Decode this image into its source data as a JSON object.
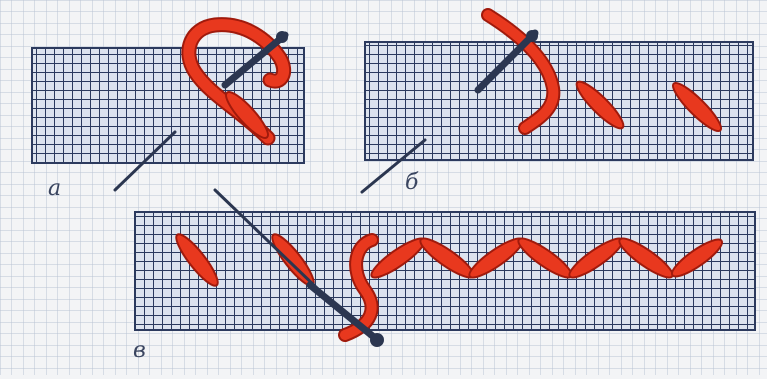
{
  "colors": {
    "paper": "#f3f4f6",
    "paper_grid": "#b9c3d4",
    "canvas_fill": "#dde3ee",
    "canvas_grid": "#2c3a5e",
    "thread": "#e8381e",
    "thread_edge": "#a01a0c",
    "needle": "#2b3650"
  },
  "panels": [
    {
      "id": "a",
      "label": "а"
    },
    {
      "id": "b",
      "label": "б"
    },
    {
      "id": "c",
      "label": "в"
    }
  ]
}
